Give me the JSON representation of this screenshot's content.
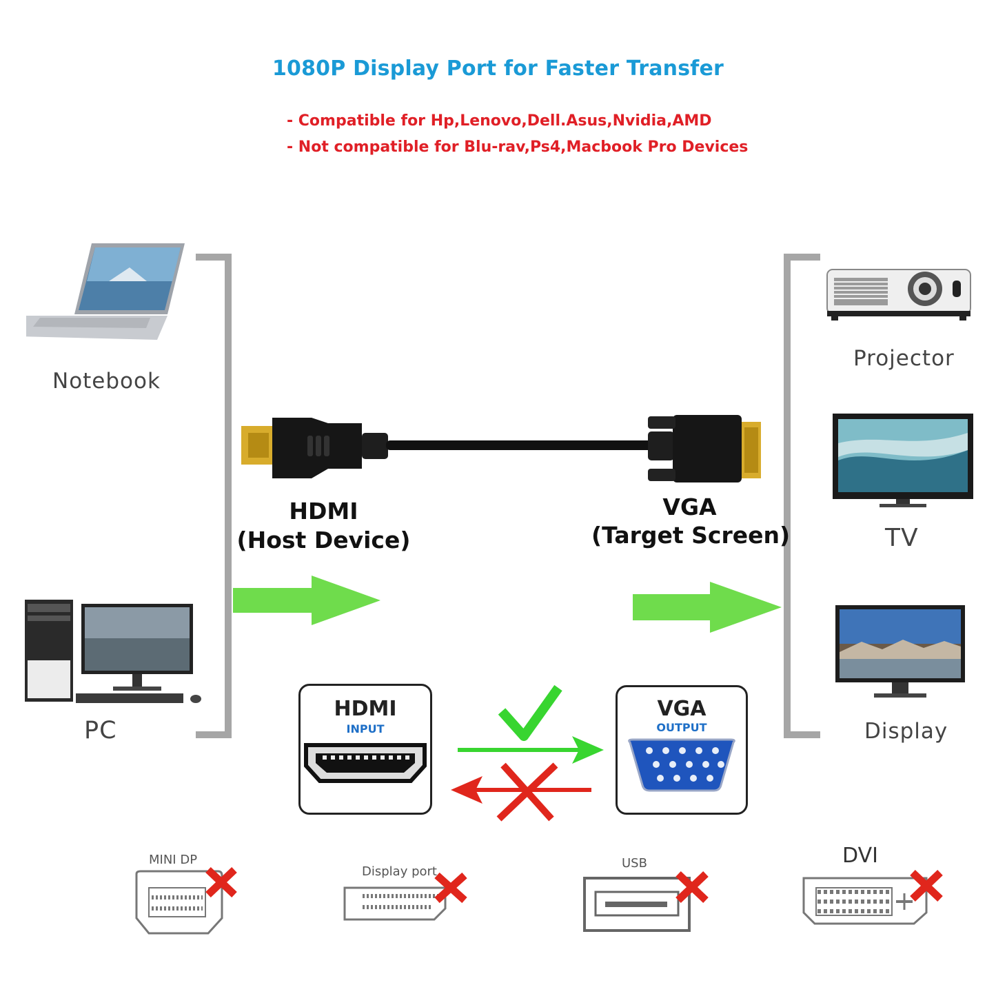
{
  "title": "1080P Display Port for Faster Transfer",
  "compatibility": [
    "- Compatible for Hp,Lenovo,Dell.Asus,Nvidia,AMD",
    "- Not compatible for Blu-rav,Ps4,Macbook Pro Devices"
  ],
  "sources": {
    "notebook": "Notebook",
    "pc": "PC"
  },
  "targets": {
    "projector": "Projector",
    "tv": "TV",
    "display": "Display"
  },
  "cable": {
    "hdmi_line1": "HDMI",
    "hdmi_line2": "(Host Device)",
    "vga_line1": "VGA",
    "vga_line2": "(Target Screen)"
  },
  "ports": {
    "hdmi_title": "HDMI",
    "hdmi_sub": "INPUT",
    "vga_title": "VGA",
    "vga_sub": "OUTPUT"
  },
  "incompatible": [
    "MINI DP",
    "Display port",
    "USB",
    "DVI"
  ],
  "colors": {
    "title": "#1a9ad6",
    "compat": "#e01f26",
    "arrow_green": "#6fdc4c",
    "check_green": "#38d530",
    "cross_red": "#e0261c",
    "vga_blue": "#2a62c8"
  }
}
